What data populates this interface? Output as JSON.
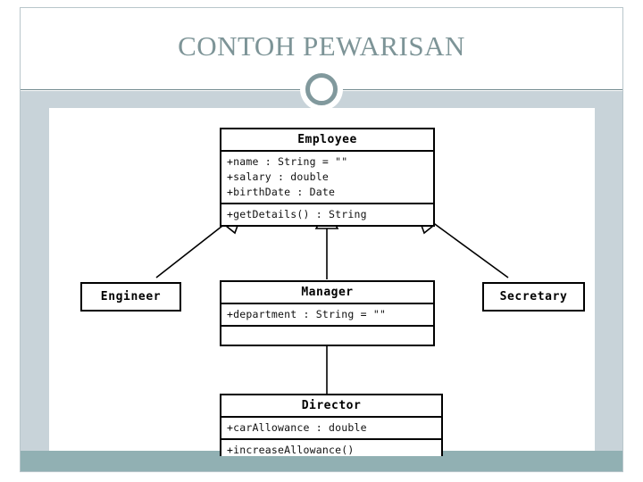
{
  "slide": {
    "title": "CONTOH PEWARISAN",
    "colors": {
      "title_text": "#7d9497",
      "band": "#c8d3d9",
      "footer": "#91b0b3",
      "rule": "#6e878c",
      "frame": "#b9c6cb",
      "diagram_stroke": "#000000",
      "canvas": "#ffffff"
    }
  },
  "diagram": {
    "type": "uml-class-diagram",
    "classes": [
      {
        "id": "employee",
        "name": "Employee",
        "attributes": [
          "+name : String = \"\"",
          "+salary : double",
          "+birthDate : Date"
        ],
        "operations": [
          "+getDetails() : String"
        ]
      },
      {
        "id": "engineer",
        "name": "Engineer",
        "attributes": [],
        "operations": []
      },
      {
        "id": "manager",
        "name": "Manager",
        "attributes": [
          "+department : String = \"\""
        ],
        "operations": []
      },
      {
        "id": "secretary",
        "name": "Secretary",
        "attributes": [],
        "operations": []
      },
      {
        "id": "director",
        "name": "Director",
        "attributes": [
          "+carAllowance : double"
        ],
        "operations": [
          "+increaseAllowance()"
        ]
      }
    ],
    "generalizations": [
      {
        "from": "engineer",
        "to": "employee",
        "label": "extends"
      },
      {
        "from": "manager",
        "to": "employee",
        "label": "extends"
      },
      {
        "from": "secretary",
        "to": "employee",
        "label": "extends"
      },
      {
        "from": "director",
        "to": "manager",
        "label": "extends"
      }
    ]
  },
  "icons": {
    "header_ring": "ring-icon"
  }
}
